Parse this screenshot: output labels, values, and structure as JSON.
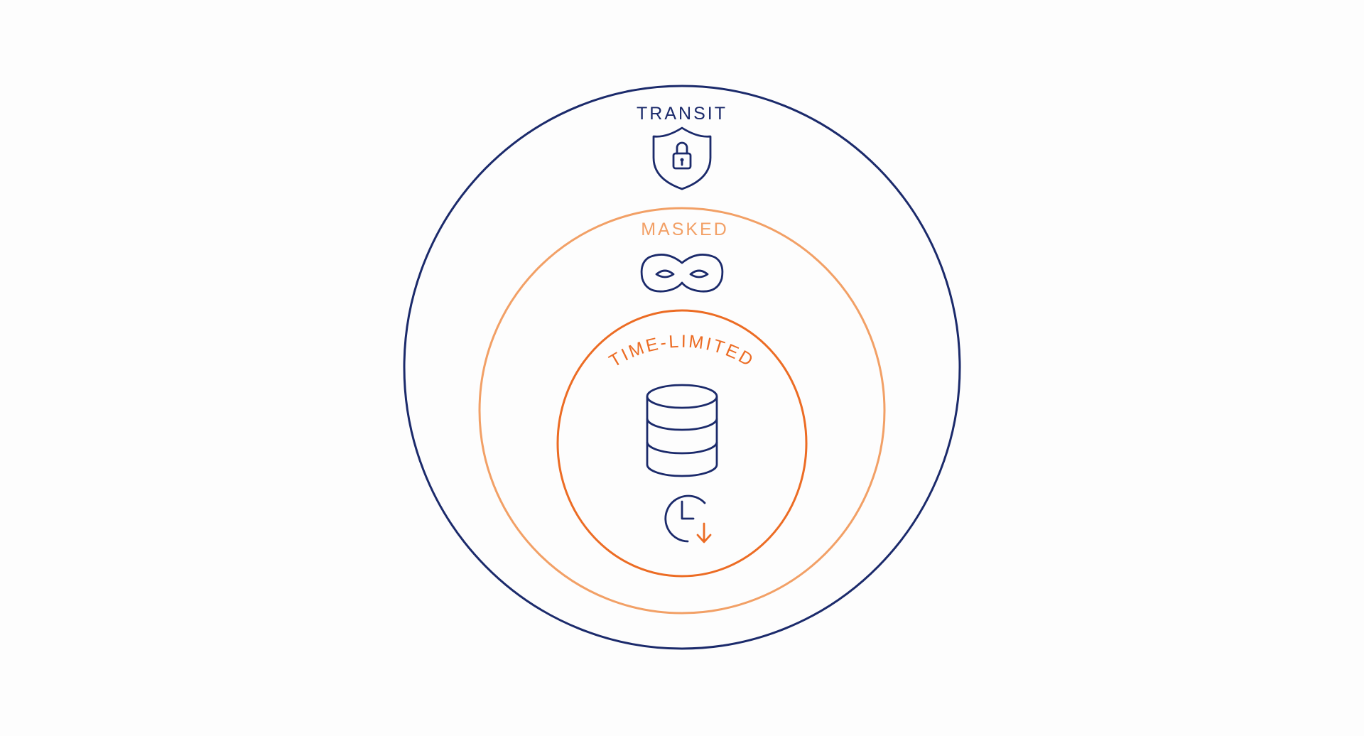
{
  "layers": [
    {
      "id": "transit",
      "label": "TRANSIT",
      "color": "#1b2a6b",
      "icon": "shield-lock-icon"
    },
    {
      "id": "masked",
      "label": "MASKED",
      "color": "#f2a066",
      "icon": "mask-icon"
    },
    {
      "id": "time_limited",
      "label": "TIME-LIMITED",
      "color": "#ec6c24",
      "icon": "clock-expiry-icon"
    }
  ],
  "core": {
    "icon": "database-icon",
    "color": "#1b2a6b"
  },
  "colors": {
    "navy": "#1b2a6b",
    "orange": "#ec6c24",
    "light_orange": "#f2a066",
    "background": "#fdfdfd"
  }
}
